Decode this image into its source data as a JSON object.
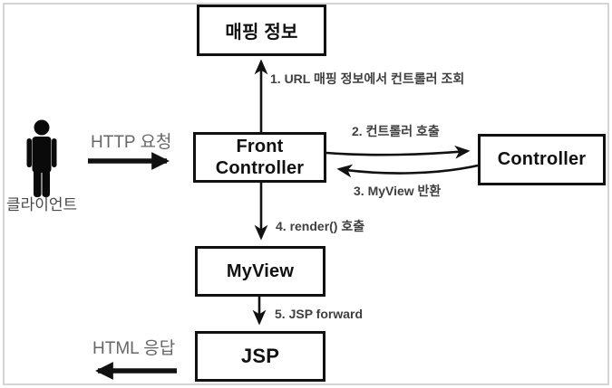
{
  "diagram": {
    "nodes": {
      "mapping_info": {
        "label": "매핑 정보"
      },
      "front_controller": {
        "label": "Front\nController"
      },
      "controller": {
        "label": "Controller"
      },
      "myview": {
        "label": "MyView"
      },
      "jsp": {
        "label": "JSP"
      }
    },
    "actor": {
      "label": "클라이언트"
    },
    "edges": {
      "http_request": {
        "label": "HTTP 요청"
      },
      "step1": {
        "label": "1. URL 매핑 정보에서 컨트롤러 조회"
      },
      "step2": {
        "label": "2. 컨트롤러 호출"
      },
      "step3": {
        "label": "3. MyView 반환"
      },
      "step4": {
        "label": "4. render() 호출"
      },
      "step5": {
        "label": "5. JSP forward"
      },
      "html_response": {
        "label": "HTML 응답"
      }
    },
    "colors": {
      "box_border": "#111111",
      "arrow": "#111111",
      "step_label": "#3f3f3f",
      "gray_label": "#676767",
      "frame_border": "#d5d5d5",
      "background": "#ffffff"
    }
  }
}
